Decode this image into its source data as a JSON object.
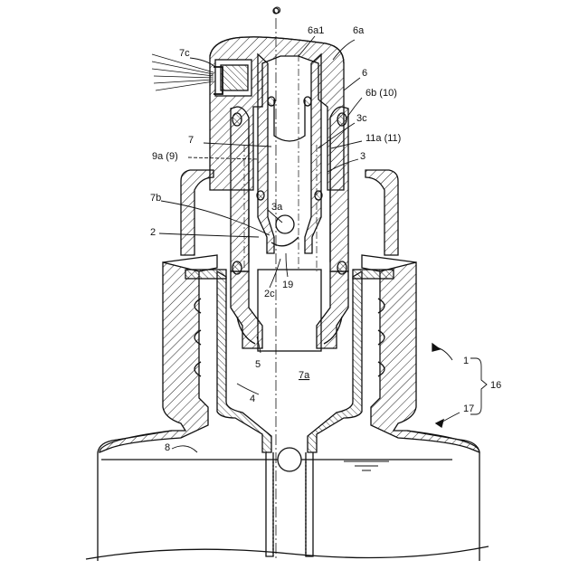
{
  "labels": {
    "axis_o": "O",
    "l6a1": "6a1",
    "l6a": "6a",
    "l7c": "7c",
    "l6": "6",
    "l6b": "6b (10)",
    "l3c": "3c",
    "l7": "7",
    "l11a": "11a (11)",
    "l9a": "9a (9)",
    "l3": "3",
    "l7b": "7b",
    "l3a": "3a",
    "l2": "2",
    "l2c": "2c",
    "l19": "19",
    "l5": "5",
    "l7a": "7a",
    "l4": "4",
    "l1": "1",
    "l16": "16",
    "l17": "17",
    "l8": "8"
  }
}
